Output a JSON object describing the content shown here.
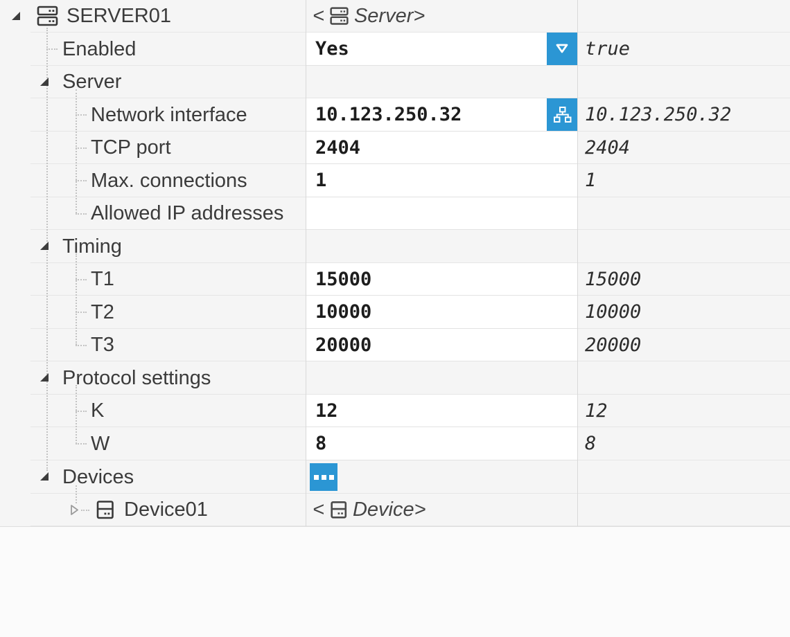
{
  "app": {
    "view": "property-grid",
    "columns": [
      "name",
      "value",
      "actual value"
    ]
  },
  "colors": {
    "accent_blue": "#2b96d4",
    "row_background": "#f5f5f5",
    "editable_cell_background": "#ffffff",
    "page_background": "#fbfbfb",
    "label_text": "#3b3b3b",
    "value_text": "#1d1d1d"
  },
  "icons": {
    "server": "server-icon",
    "device": "device-icon",
    "expanded": "expand-arrow-icon",
    "collapsed": "collapse-arrow-icon",
    "dropdown": "dropdown-arrow-icon",
    "network": "network-topology-icon",
    "ellipsis": "ellipsis-icon"
  },
  "rows": [
    {
      "kind": "object",
      "level": 0,
      "expanded": true,
      "icon": "server",
      "label": "SERVER01",
      "value_prefix": "<",
      "value_label": "Server>",
      "preview": ""
    },
    {
      "kind": "property",
      "level": 1,
      "label": "Enabled",
      "value": "Yes",
      "editor": "dropdown",
      "preview": "true"
    },
    {
      "kind": "group",
      "level": 1,
      "expanded": true,
      "label": "Server"
    },
    {
      "kind": "property",
      "level": 2,
      "label": "Network interface",
      "value": "10.123.250.32",
      "editor": "network",
      "preview": "10.123.250.32"
    },
    {
      "kind": "property",
      "level": 2,
      "label": "TCP port",
      "value": "2404",
      "preview": "2404"
    },
    {
      "kind": "property",
      "level": 2,
      "label": "Max. connections",
      "value": "1",
      "preview": "1"
    },
    {
      "kind": "property",
      "level": 2,
      "label": "Allowed IP addresses",
      "value": "",
      "preview": ""
    },
    {
      "kind": "group",
      "level": 1,
      "expanded": true,
      "label": "Timing"
    },
    {
      "kind": "property",
      "level": 2,
      "label": "T1",
      "value": "15000",
      "preview": "15000"
    },
    {
      "kind": "property",
      "level": 2,
      "label": "T2",
      "value": "10000",
      "preview": "10000"
    },
    {
      "kind": "property",
      "level": 2,
      "label": "T3",
      "value": "20000",
      "preview": "20000"
    },
    {
      "kind": "group",
      "level": 1,
      "expanded": true,
      "label": "Protocol settings"
    },
    {
      "kind": "property",
      "level": 2,
      "label": "K",
      "value": "12",
      "preview": "12"
    },
    {
      "kind": "property",
      "level": 2,
      "label": "W",
      "value": "8",
      "preview": "8"
    },
    {
      "kind": "group",
      "level": 1,
      "expanded": true,
      "label": "Devices",
      "editor": "ellipsis"
    },
    {
      "kind": "object",
      "level": 2,
      "expanded": false,
      "icon": "device",
      "label": "Device01",
      "value_prefix": "<",
      "value_label": "Device>",
      "preview": ""
    }
  ]
}
